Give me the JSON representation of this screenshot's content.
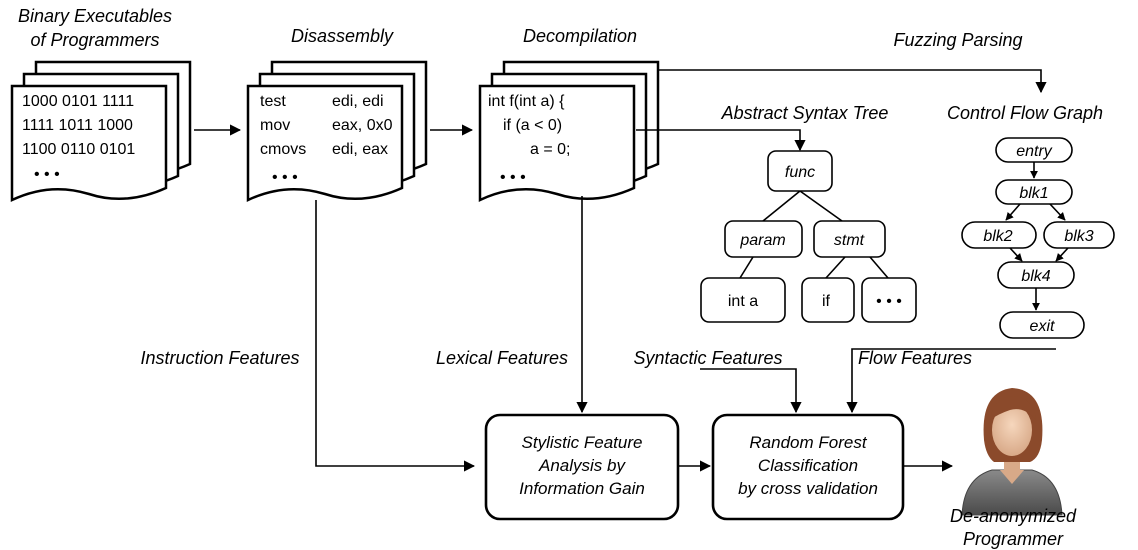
{
  "stages": {
    "binary": "Binary Executables",
    "binary2": "of Programmers",
    "disassembly": "Disassembly",
    "decompilation": "Decompilation",
    "fuzzing": "Fuzzing Parsing",
    "ast": "Abstract Syntax Tree",
    "cfg": "Control Flow Graph"
  },
  "binary_doc": [
    "1000 0101 1111",
    "1111 1011 1000",
    "1100 0110 0101",
    "• • •"
  ],
  "asm_doc": {
    "ops": [
      "test",
      "mov",
      "cmovs",
      "• • •"
    ],
    "args": [
      "edi,  edi",
      "eax, 0x0",
      "edi,  eax"
    ]
  },
  "code_doc": [
    "int f(int a) {",
    "if (a < 0)",
    "a = 0;",
    "• • •"
  ],
  "ast": {
    "root": "func",
    "param": "param",
    "stmt": "stmt",
    "leaf1": "int a",
    "leaf2": "if",
    "leaf3": "• • •"
  },
  "cfg": {
    "entry": "entry",
    "blk1": "blk1",
    "blk2": "blk2",
    "blk3": "blk3",
    "blk4": "blk4",
    "exit": "exit"
  },
  "features": {
    "instruction": "Instruction Features",
    "lexical": "Lexical Features",
    "syntactic": "Syntactic Features",
    "flow": "Flow Features"
  },
  "analysis_box": [
    "Stylistic Feature",
    "Analysis by",
    "Information Gain"
  ],
  "classify_box": [
    "Random Forest",
    "Classification",
    "by cross validation"
  ],
  "output": [
    "De-anonymized",
    "Programmer"
  ]
}
